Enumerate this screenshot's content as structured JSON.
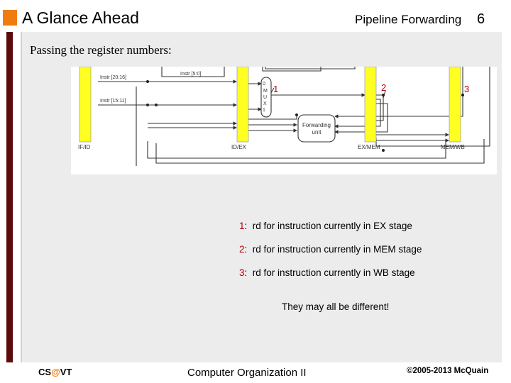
{
  "header": {
    "title": "A Glance Ahead",
    "section": "Pipeline Forwarding",
    "slide_number": "6"
  },
  "subtitle": "Passing the register numbers:",
  "diagram": {
    "labels": {
      "instr_20_16": "Instr [20:16]",
      "instr_15_11": "Instr [15:11]",
      "instr_5_0": "Instr [5:0]",
      "mux_0": "0",
      "mux_m": "M",
      "mux_u": "U",
      "mux_x": "X",
      "mux_1": "1",
      "forwarding_line1": "Forwarding",
      "forwarding_line2": "unit",
      "if_id": "IF/ID",
      "id_ex": "ID/EX",
      "ex_mem": "EX/MEM",
      "mem_wb": "MEM/WB",
      "marker_1": "1",
      "marker_2": "2",
      "marker_3": "3"
    },
    "colors": {
      "register": "#ffff22",
      "marker": "#b5000b",
      "wire": "#333333"
    }
  },
  "notes": [
    {
      "num": "1",
      "sep": ":",
      "text": "rd for instruction currently in EX stage"
    },
    {
      "num": "2",
      "sep": ":",
      "text": "rd for instruction currently  in MEM stage"
    },
    {
      "num": "3",
      "sep": ":",
      "text": "rd for instruction currently in WB stage"
    }
  ],
  "closing": "They may all be different!",
  "footer": {
    "left_prefix": "CS",
    "left_at": "@",
    "left_suffix": "VT",
    "center": "Computer Organization II",
    "right": "©2005-2013 McQuain"
  }
}
